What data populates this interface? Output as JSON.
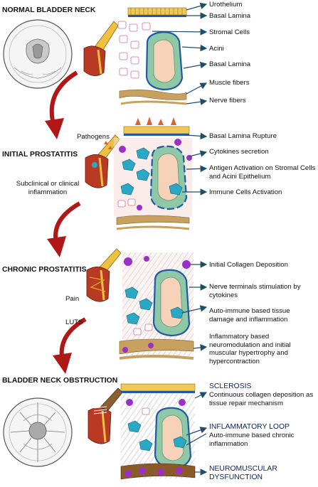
{
  "stages": [
    {
      "title": "NORMAL BLADDER NECK"
    },
    {
      "title": "INITIAL PROSTATITIS"
    },
    {
      "title": "CHRONIC PROSTATITIS"
    },
    {
      "title": "BLADDER NECK OBSTRUCTION"
    }
  ],
  "side_labels": {
    "pathogens": "Pathogens",
    "inflammation": "Subclinical or clinical inflammation",
    "pain": "Pain",
    "luts": "LUTS"
  },
  "normal_labels": [
    "Urothelium",
    "Basal Lamina",
    "Stromal Cells",
    "Acini",
    "Basal Lamina",
    "Muscle fibers",
    "Nerve fibers"
  ],
  "initial_labels": [
    "Basal Lamina Rupture",
    "Cytokines secretion",
    "Antigen Activation on Stromal Cells and Acini Epithelium",
    "Immune Cells Activation"
  ],
  "chronic_labels": [
    "Initial Collagen Deposition",
    "Nerve terminals stimulation by cytokines",
    "Auto-immune based tissue damage and inflammation",
    "Inflammatory based neuromodulation and initial muscular hypertrophy and hypercontraction"
  ],
  "obstruction_labels": [
    {
      "title": "SCLEROSIS",
      "text": "Continuous collagen deposition as tissue repair mechanism"
    },
    {
      "title": "INFLAMMATORY LOOP",
      "text": "Auto-immune based chronic inflammation"
    },
    {
      "title": "NEUROMUSCULAR DYSFUNCTION",
      "text": ""
    }
  ],
  "colors": {
    "arrow_red": "#b01818",
    "label_arrow": "#1e4d6b",
    "acini_blue": "#1e5aa8",
    "epithelium_green": "#8fc8a6",
    "immune_cyan": "#2aa9c4",
    "cytokine_purple": "#9b30c8",
    "muscle_tan": "#c8a060",
    "urothelium_yellow": "#f0c858"
  }
}
